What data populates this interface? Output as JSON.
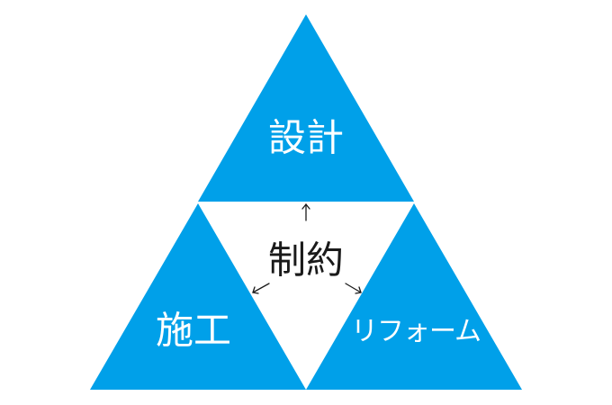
{
  "diagram": {
    "type": "triforce-triangle",
    "colors": {
      "fill": "#00a0e9",
      "center": "#ffffff",
      "text_on_fill": "#ffffff",
      "center_text": "#1a1a1a",
      "arrow": "#1a1a1a"
    },
    "top": {
      "label": "設計"
    },
    "bottom_left": {
      "label": "施工"
    },
    "bottom_right": {
      "label": "リフォーム"
    },
    "center": {
      "label": "制約"
    },
    "arrows": [
      {
        "from": "center",
        "to": "top",
        "direction": "up"
      },
      {
        "from": "center",
        "to": "bottom_left",
        "direction": "down-left"
      },
      {
        "from": "center",
        "to": "bottom_right",
        "direction": "down-right"
      }
    ]
  }
}
